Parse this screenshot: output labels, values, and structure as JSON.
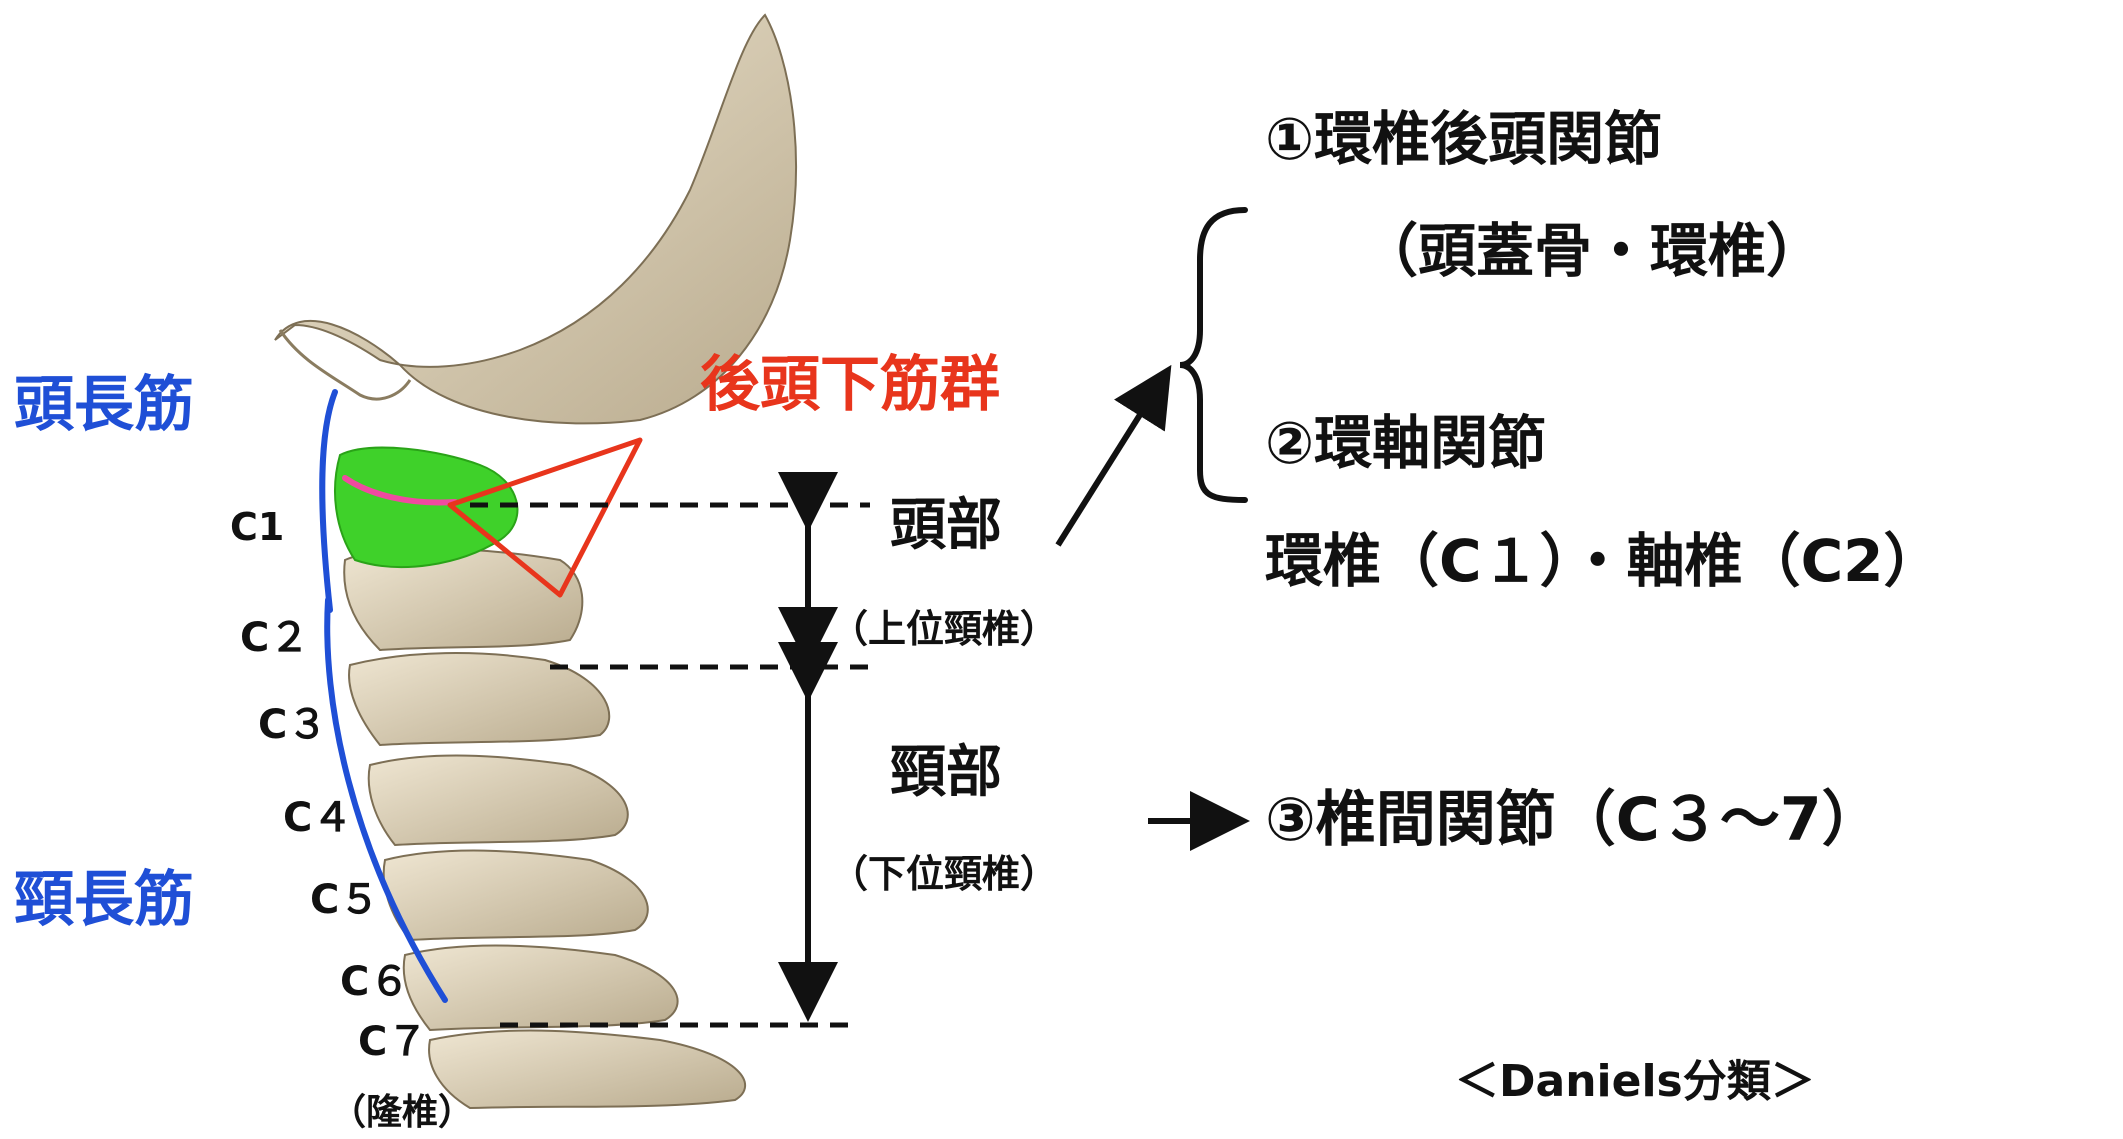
{
  "muscles": {
    "longus_capitis": "頭長筋",
    "longus_colli": "頸長筋",
    "suboccipital": "後頭下筋群"
  },
  "vertebrae": [
    "C1",
    "C２",
    "C３",
    "C４",
    "C５",
    "C６",
    "C７"
  ],
  "vertebra_prominens": "（隆椎）",
  "regions": {
    "head": {
      "title": "頭部",
      "sub": "（上位頸椎）"
    },
    "neck": {
      "title": "頸部",
      "sub": "（下位頸椎）"
    }
  },
  "joints": {
    "j1_title": "①環椎後頭関節",
    "j1_sub": "（頭蓋骨・環椎）",
    "j2_title": "②環軸関節",
    "j2_sub": "環椎（C１）・軸椎（C2）",
    "j3_title": "③椎間関節（C３～7）"
  },
  "footer": "＜Daniels分類＞",
  "colors": {
    "muscle_blue": "#1f4fd6",
    "suboccipital_red": "#e8351c",
    "atlas_green": "#3fd12a",
    "pink_line": "#f04aa0",
    "bone": "#d9cdb2"
  }
}
